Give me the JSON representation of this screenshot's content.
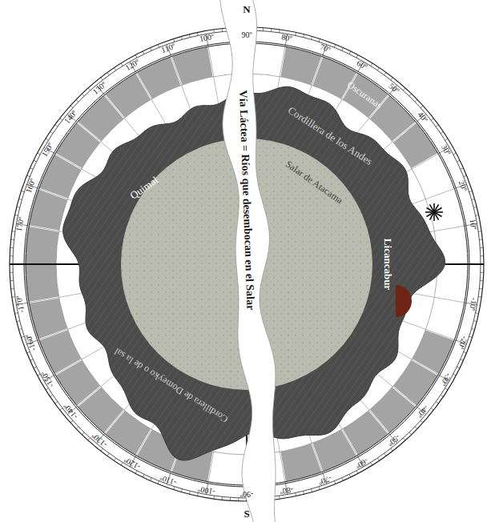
{
  "diagram": {
    "nodes": [
      {
        "text": [
          "Salar de Atacama"
        ]
      }
    ],
    "labels": [
      "N",
      "S",
      "Vía Láctea = Ríos que desembocan en el Salar",
      "Oscuranas",
      "Cordillera de los Andes",
      "Quimal",
      "Licancabur",
      "Cordillera de Domeyko o de la sal",
      "10º",
      "20º",
      "30º",
      "40º",
      "50º",
      "60º",
      "70º",
      "80º",
      "90º",
      "100º",
      "110º",
      "120º",
      "130º",
      "140º",
      "150º",
      "160º",
      "170º",
      "-10º",
      "-20º",
      "-30º",
      "-40º",
      "-50º",
      "-60º",
      "-70º",
      "-80º",
      "-90º",
      "-100º",
      "-110º",
      "-120º",
      "-130º",
      "-140º",
      "-150º",
      "-160º",
      "-170º"
    ]
  }
}
